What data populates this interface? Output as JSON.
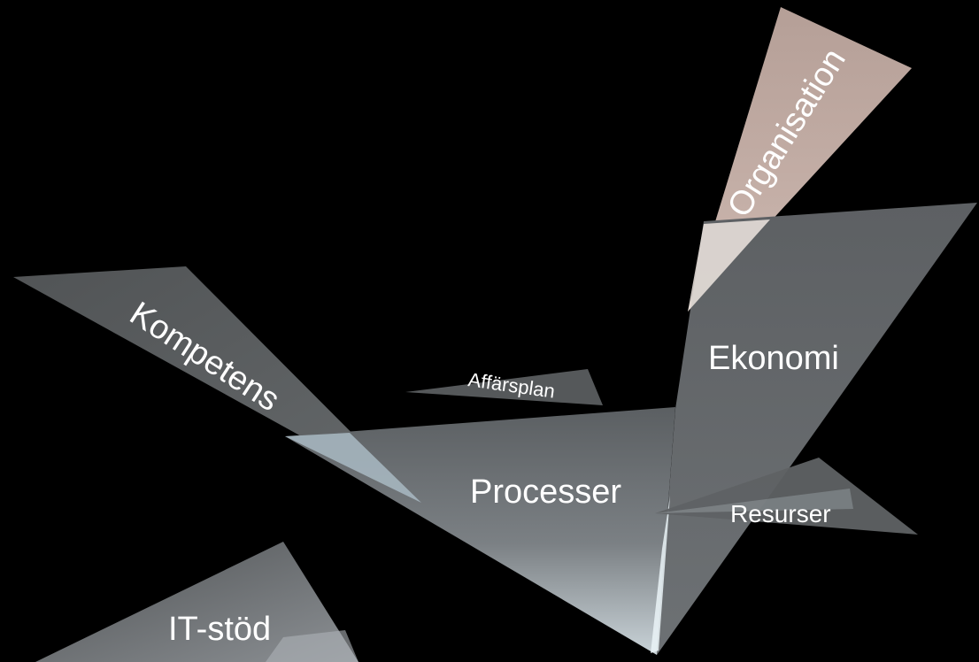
{
  "diagram": {
    "shards": [
      {
        "id": "organisation",
        "label": "Organisation",
        "color": "#c2ada5"
      },
      {
        "id": "ekonomi",
        "label": "Ekonomi",
        "color": "#626466"
      },
      {
        "id": "kompetens",
        "label": "Kompetens",
        "color": "#5e6163"
      },
      {
        "id": "affarsplan",
        "label": "Affärsplan",
        "color": "#55585a"
      },
      {
        "id": "processer",
        "label": "Processer",
        "color": "#6a6e71"
      },
      {
        "id": "resurser",
        "label": "Resurser",
        "color": "#5f6264"
      },
      {
        "id": "it-stod",
        "label": "IT-stöd",
        "color": "#5d6062"
      }
    ],
    "background": "#000000",
    "highlight": "#dde8ee"
  }
}
